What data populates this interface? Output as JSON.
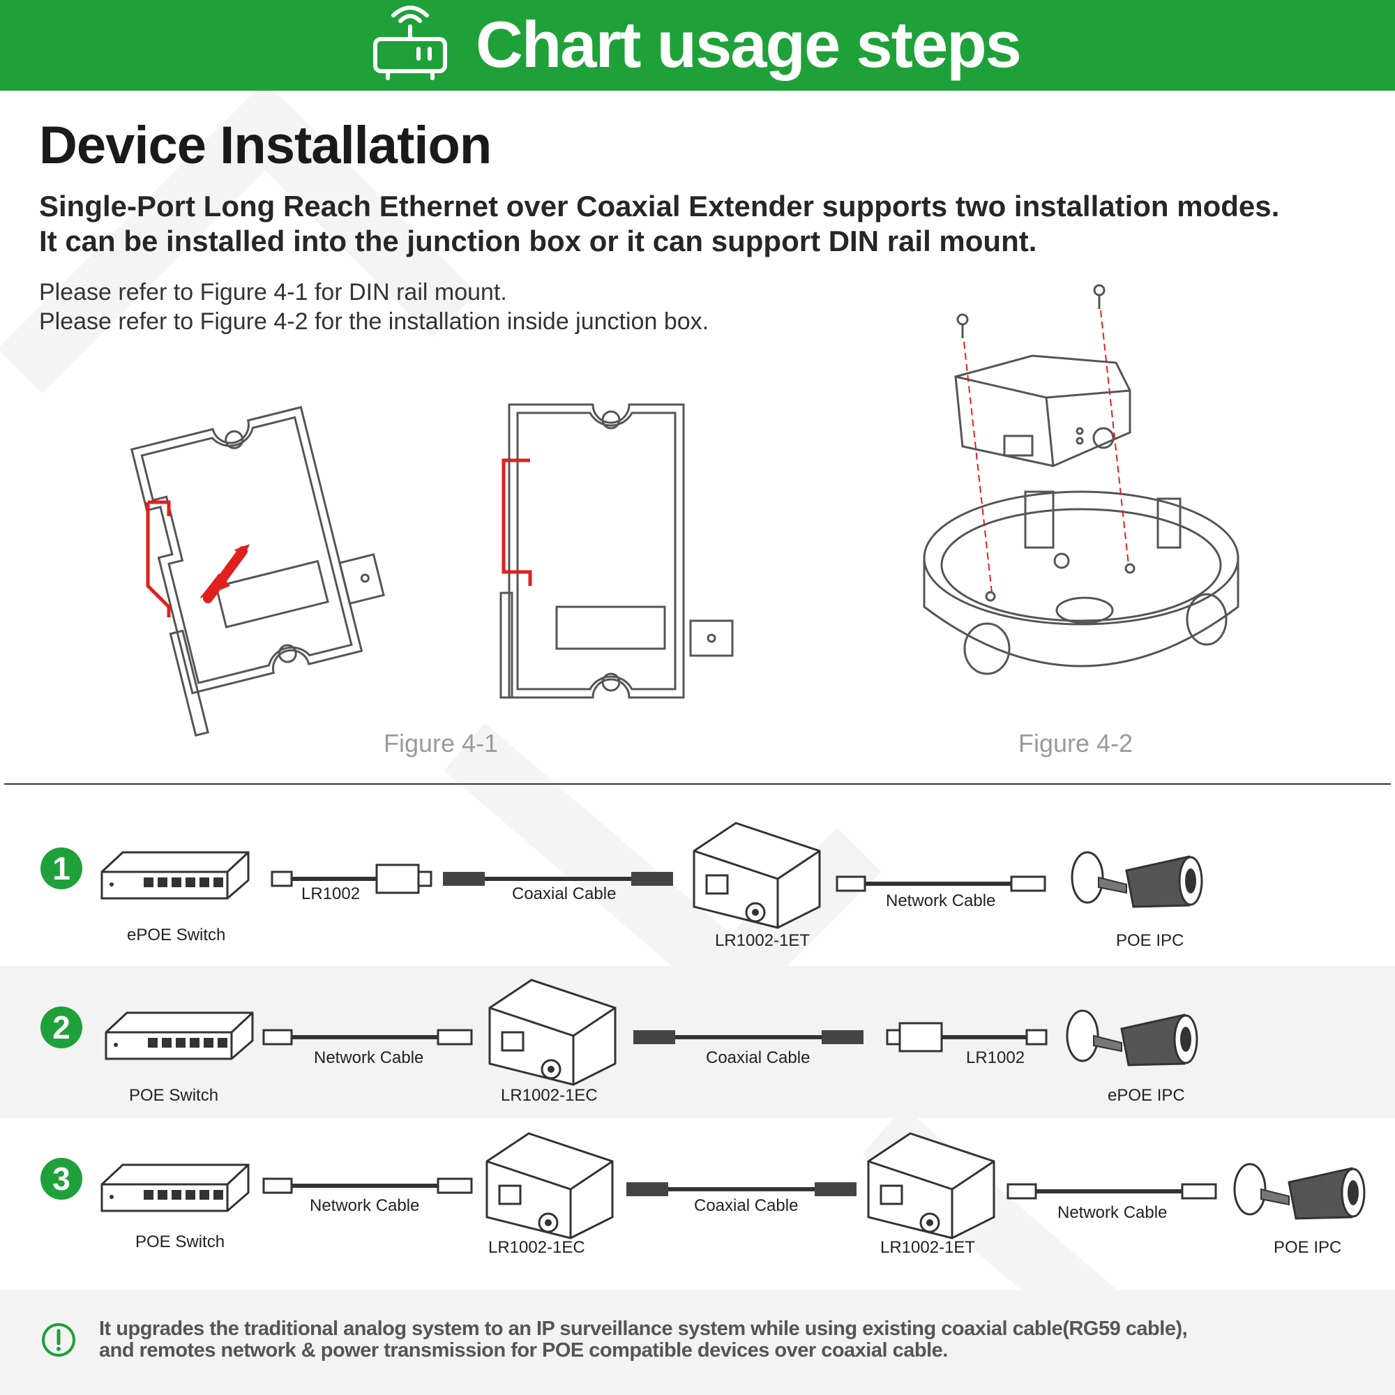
{
  "header": {
    "title": "Chart usage steps"
  },
  "section": {
    "title": "Device Installation",
    "subtitle_lines": [
      "Single-Port Long Reach Ethernet over Coaxial Extender supports two installation modes.",
      "It can be installed into the junction box or it can support DIN rail mount."
    ],
    "notes": [
      "Please refer to Figure 4-1 for DIN rail mount.",
      "Please refer to Figure 4-2 for the installation inside junction box."
    ],
    "figures": [
      "Figure 4-1",
      "Figure 4-2"
    ]
  },
  "steps": [
    {
      "number": "1",
      "labels": [
        "ePOE Switch",
        "LR1002",
        "Coaxial Cable",
        "LR1002-1ET",
        "Network Cable",
        "POE IPC"
      ]
    },
    {
      "number": "2",
      "labels": [
        "POE Switch",
        "Network Cable",
        "LR1002-1EC",
        "Coaxial Cable",
        "LR1002",
        "ePOE IPC"
      ]
    },
    {
      "number": "3",
      "labels": [
        "POE Switch",
        "Network Cable",
        "LR1002-1EC",
        "Coaxial Cable",
        "LR1002-1ET",
        "Network Cable",
        "POE IPC"
      ]
    }
  ],
  "footer": {
    "lines": [
      "It upgrades the traditional analog system to an IP surveillance system while using existing coaxial cable(RG59 cable),",
      "and remotes network & power transmission for POE compatible devices over coaxial cable."
    ]
  },
  "colors": {
    "accent": "#1fa13a",
    "din_rail": "#e0201f",
    "arrow": "#e0201f"
  }
}
